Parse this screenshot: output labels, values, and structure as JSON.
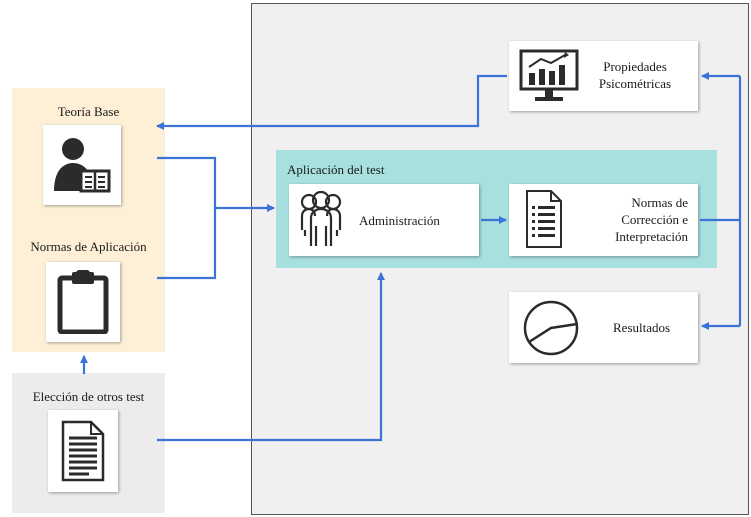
{
  "left": {
    "theory_label": "Teoría Base",
    "norms_app_label": "Normas de Aplicación",
    "choice_label": "Elección de otros test"
  },
  "app_group": {
    "title": "Aplicación del test",
    "administration_label": "Administración",
    "norms_label_1": "Normas de",
    "norms_label_2": "Corrección e",
    "norms_label_3": "Interpretación"
  },
  "right": {
    "properties_label_1": "Propiedades",
    "properties_label_2": "Psicométricas",
    "results_label": "Resultados"
  },
  "colors": {
    "connector": "#3b73d6",
    "left_panel": "#fdf0d6",
    "app_panel": "#a8e0e0",
    "main_panel": "#f0f0f0"
  }
}
